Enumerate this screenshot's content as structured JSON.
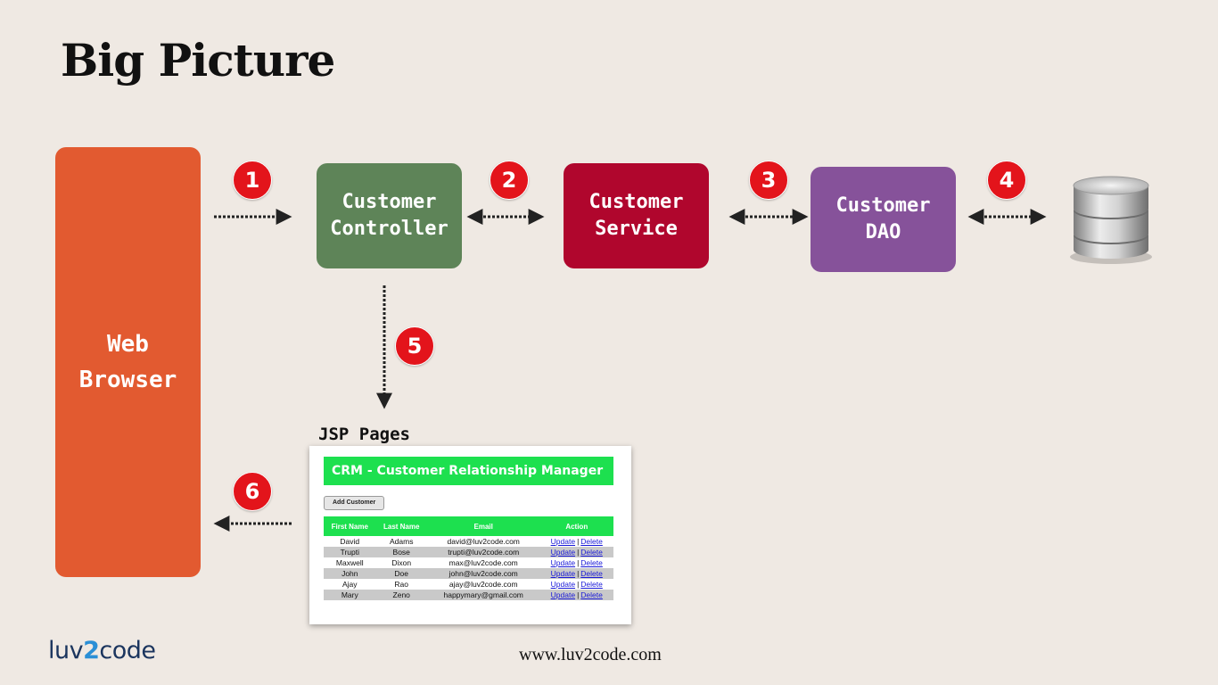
{
  "title": "Big Picture",
  "components": {
    "browser": [
      "Web",
      "Browser"
    ],
    "controller": [
      "Customer",
      "Controller"
    ],
    "service": [
      "Customer",
      "Service"
    ],
    "dao": [
      "Customer",
      "DAO"
    ]
  },
  "steps": [
    "1",
    "2",
    "3",
    "4",
    "5",
    "6"
  ],
  "jsp": {
    "label": "JSP Pages",
    "header": "CRM - Customer Relationship Manager",
    "add_button": "Add Customer",
    "columns": [
      "First Name",
      "Last Name",
      "Email",
      "Action"
    ],
    "rows": [
      [
        "David",
        "Adams",
        "david@luv2code.com"
      ],
      [
        "Trupti",
        "Bose",
        "trupti@luv2code.com"
      ],
      [
        "Maxwell",
        "Dixon",
        "max@luv2code.com"
      ],
      [
        "John",
        "Doe",
        "john@luv2code.com"
      ],
      [
        "Ajay",
        "Rao",
        "ajay@luv2code.com"
      ],
      [
        "Mary",
        "Zeno",
        "happymary@gmail.com"
      ]
    ],
    "action_update": "Update",
    "action_separator": "|",
    "action_delete": "Delete"
  },
  "icons": {
    "database": "database-icon"
  },
  "colors": {
    "background": "#efe9e3",
    "browser": "#e25a30",
    "controller": "#5e8458",
    "service": "#b0062d",
    "dao": "#86529a",
    "step_badge": "#e3141b",
    "crm_green": "#1de04f"
  },
  "footer": {
    "logo_prefix": "luv",
    "logo_two": "2",
    "logo_suffix": "code",
    "website": "www.luv2code.com"
  }
}
